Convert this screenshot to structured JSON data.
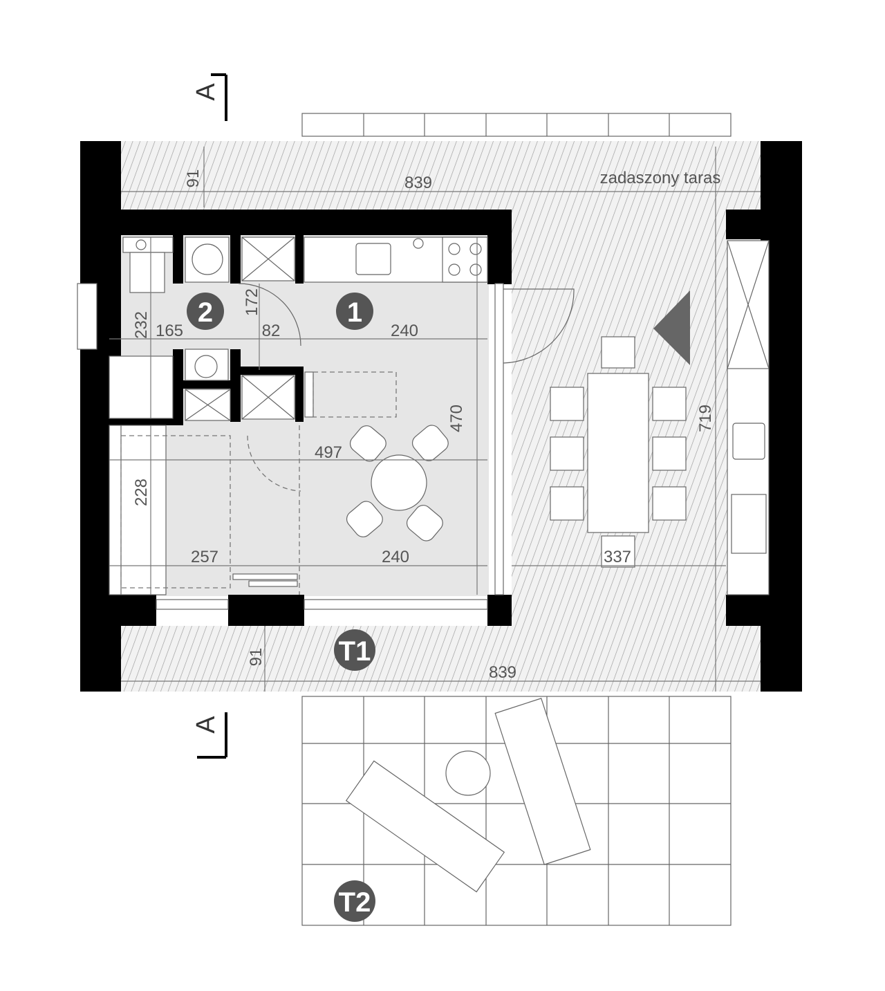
{
  "section_marker": {
    "top": "A",
    "bottom": "A"
  },
  "terrace_top": {
    "label": "zadaszony taras",
    "depth": "91",
    "length": "839"
  },
  "terrace_right": {
    "length": "719",
    "width": "337"
  },
  "terrace_bottom": {
    "badge": "T1",
    "depth": "91",
    "length": "839"
  },
  "terrace_t2": {
    "badge": "T2"
  },
  "rooms": [
    {
      "badge": "2"
    },
    {
      "badge": "1"
    }
  ],
  "dimensions": {
    "bath_height": "232",
    "bath_width": "165",
    "hall_height": "172",
    "door_width": "82",
    "kitchen_width": "240",
    "room_height": "470",
    "room_width": "497",
    "sofa_area_height": "228",
    "sofa_area_width": "257",
    "dining_width": "240"
  },
  "colors": {
    "wall": "#000000",
    "floor": "#e6e6e6",
    "badge": "#555555",
    "hatch": "#9a9a9a"
  }
}
